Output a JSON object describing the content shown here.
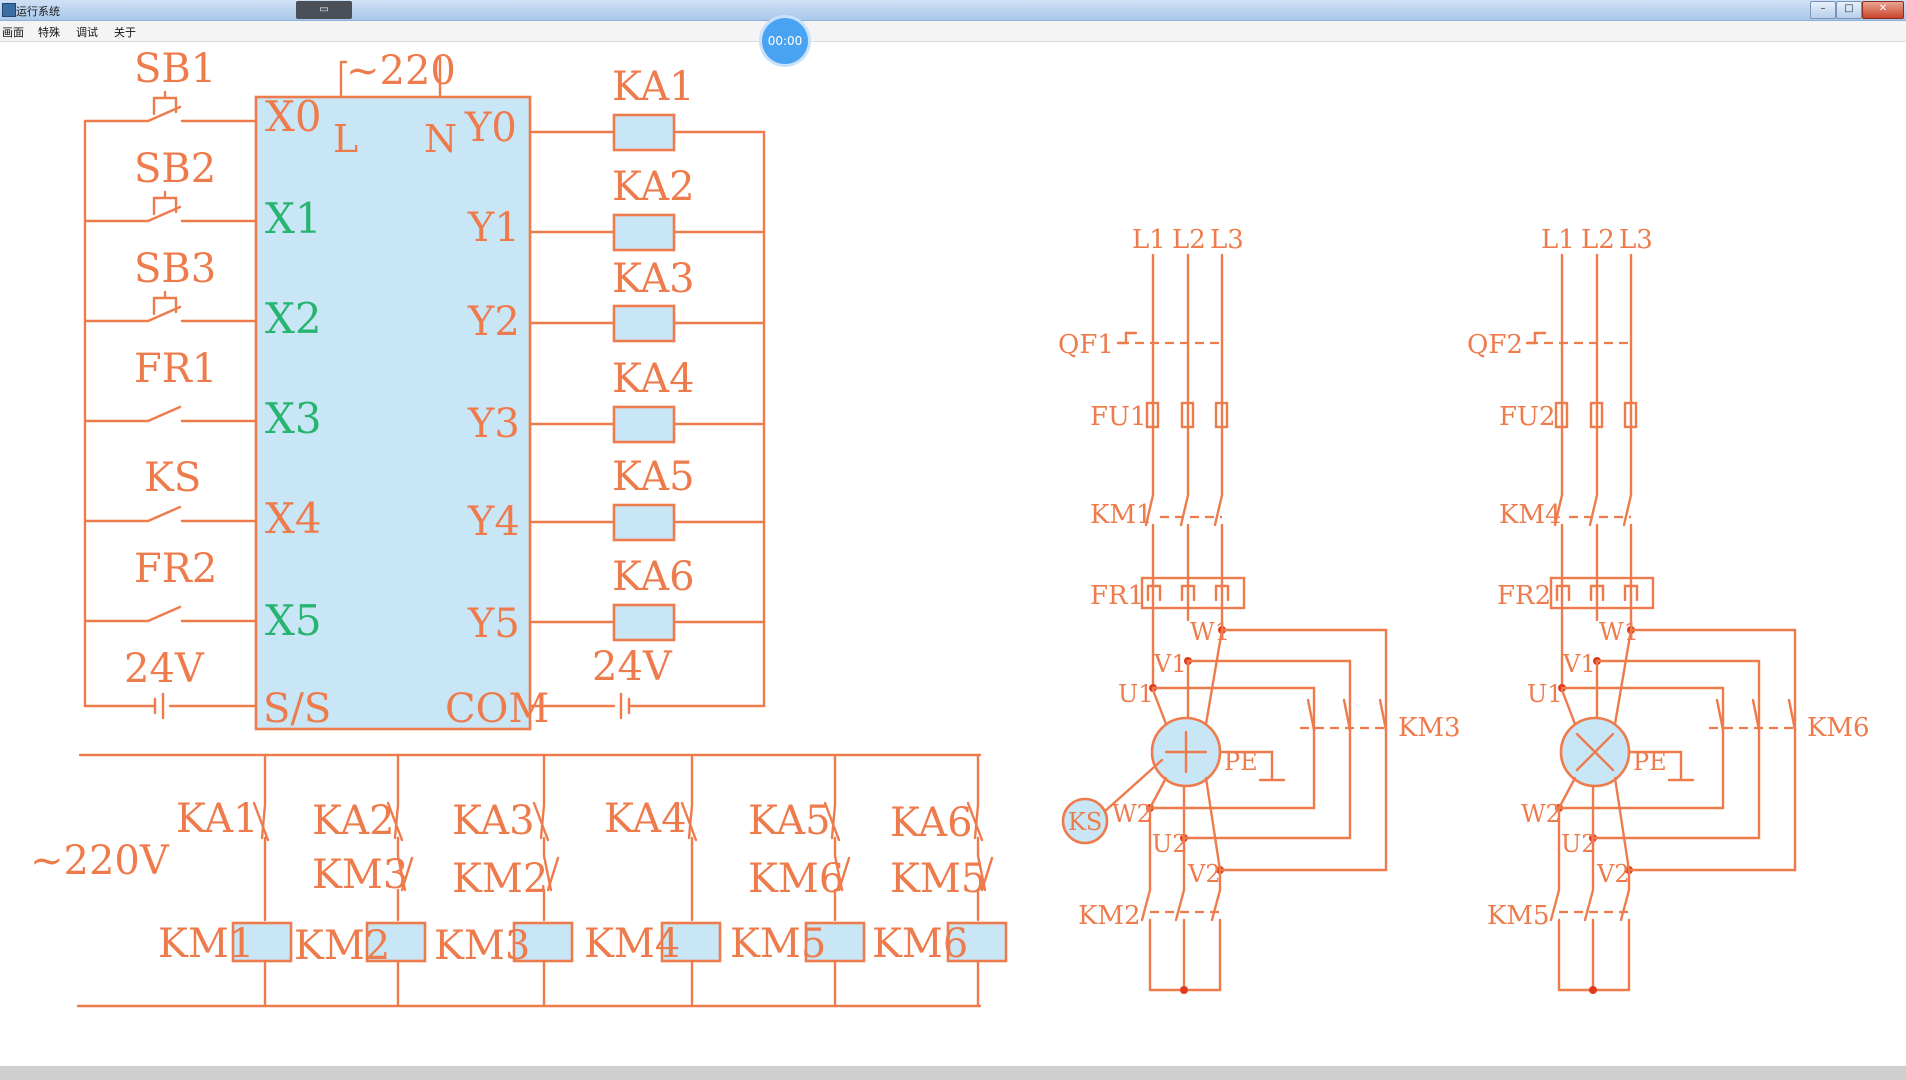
{
  "window": {
    "title": "运行系统",
    "toolbar_widget": "▭"
  },
  "menu": [
    "画面",
    "特殊",
    "调试",
    "关于"
  ],
  "timer": "00:00",
  "plc": {
    "power_label": "~220",
    "L": "L",
    "N": "N",
    "inputs": [
      "X0",
      "X1",
      "X2",
      "X3",
      "X4",
      "X5"
    ],
    "outputs": [
      "Y0",
      "Y1",
      "Y2",
      "Y3",
      "Y4",
      "Y5"
    ],
    "common_in": "S/S",
    "common_out": "COM"
  },
  "input_devices": [
    "SB1",
    "SB2",
    "SB3",
    "FR1",
    "KS",
    "FR2"
  ],
  "input_supply": "24V",
  "output_relays": [
    "KA1",
    "KA2",
    "KA3",
    "KA4",
    "KA5",
    "KA6"
  ],
  "output_supply": "24V",
  "control": {
    "supply": "~220V",
    "contacts": [
      "KA1",
      "KA2",
      "KA3",
      "KA4",
      "KA5",
      "KA6"
    ],
    "interlocks": [
      "KM3",
      "KM2",
      "KM6",
      "KM5"
    ],
    "coils": [
      "KM1",
      "KM2",
      "KM3",
      "KM4",
      "KM5",
      "KM6"
    ]
  },
  "motor1": {
    "phases": [
      "L1",
      "L2",
      "L3"
    ],
    "breaker": "QF1",
    "fuse": "FU1",
    "contactor": "KM1",
    "overload": "FR1",
    "terminals": [
      "W1",
      "V1",
      "U1",
      "W2",
      "U2",
      "V2"
    ],
    "earth": "PE",
    "speed_relay": "KS",
    "star_contactor": "KM2",
    "delta_contactor": "KM3"
  },
  "motor2": {
    "phases": [
      "L1",
      "L2",
      "L3"
    ],
    "breaker": "QF2",
    "fuse": "FU2",
    "contactor": "KM4",
    "overload": "FR2",
    "terminals": [
      "W1",
      "V1",
      "U1",
      "W2",
      "U2",
      "V2"
    ],
    "earth": "PE",
    "star_contactor": "KM5",
    "delta_contactor": "KM6"
  }
}
